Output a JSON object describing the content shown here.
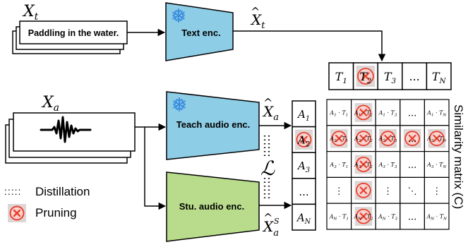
{
  "text_branch": {
    "input_symbol": "X",
    "input_symbol_sub": "t",
    "caption": "Paddling in the water.",
    "encoder_label": "Text enc.",
    "output_symbol": "X",
    "output_symbol_sub": "t"
  },
  "audio_branch": {
    "input_symbol": "X",
    "input_symbol_sub": "a",
    "teacher_label": "Teach audio enc.",
    "student_label": "Stu. audio enc.",
    "teacher_output_symbol": "X",
    "teacher_output_sub": "a",
    "student_output_symbol": "X",
    "student_output_sub": "a",
    "student_output_sup": "S",
    "loss_symbol": "ℒ"
  },
  "text_vector": {
    "cells": [
      {
        "main": "T",
        "sub": "1",
        "pruned": false
      },
      {
        "main": "T",
        "sub": "2",
        "pruned": true
      },
      {
        "main": "T",
        "sub": "3",
        "pruned": false
      },
      {
        "main": "...",
        "sub": "",
        "pruned": false
      },
      {
        "main": "T",
        "sub": "N",
        "pruned": false
      }
    ]
  },
  "audio_vector": {
    "cells": [
      {
        "main": "A",
        "sub": "1",
        "pruned": false
      },
      {
        "main": "A",
        "sub": "2",
        "pruned": true
      },
      {
        "main": "A",
        "sub": "3",
        "pruned": false
      },
      {
        "main": "...",
        "sub": "",
        "pruned": false
      },
      {
        "main": "A",
        "sub": "N",
        "pruned": false
      }
    ]
  },
  "matrix": {
    "title": "Similarity matrix (C)",
    "rows": [
      [
        {
          "a": "1",
          "t": "1"
        },
        {
          "a": "1",
          "t": "2",
          "pruned": true
        },
        {
          "a": "1",
          "t": "3"
        },
        {
          "dots": "..."
        },
        {
          "a": "1",
          "t": "N"
        }
      ],
      [
        {
          "a": "2",
          "t": "1",
          "pruned": true
        },
        {
          "a": "2",
          "t": "2",
          "pruned": true
        },
        {
          "a": "2",
          "t": "3",
          "pruned": true
        },
        {
          "dots": "...",
          "pruned": true
        },
        {
          "a": "2",
          "t": "N",
          "pruned": true
        }
      ],
      [
        {
          "a": "3",
          "t": "1"
        },
        {
          "a": "3",
          "t": "2",
          "pruned": true
        },
        {
          "a": "3",
          "t": "3"
        },
        {
          "dots": "..."
        },
        {
          "a": "3",
          "t": "N"
        }
      ],
      [
        {
          "dots": "⋮"
        },
        {
          "dots": "",
          "pruned": true
        },
        {
          "dots": "⋮"
        },
        {
          "dots": "⋱"
        },
        {
          "dots": "⋮"
        }
      ],
      [
        {
          "a": "N",
          "t": "1"
        },
        {
          "a": "N",
          "t": "2",
          "pruned": true
        },
        {
          "a": "N",
          "t": "3"
        },
        {
          "dots": "..."
        },
        {
          "a": "N",
          "t": "N"
        }
      ]
    ]
  },
  "legend": {
    "distillation_symbol": ":::::",
    "distillation_label": "Distillation",
    "pruning_label": "Pruning"
  },
  "colors": {
    "encoder_frozen": "#8ecde6",
    "encoder_student": "#b9dc8c",
    "snowflake": "#3d8fe0",
    "prune_fill": "#fbd3cf",
    "prune_mark": "#e8402f",
    "prune_overlay": "#ded6d6"
  },
  "icons": {
    "frozen": "snowflake-icon",
    "prune": "prune-x-icon",
    "audio": "waveform-icon"
  }
}
